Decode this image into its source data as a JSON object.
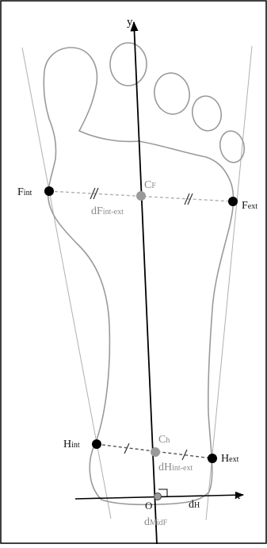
{
  "labels": {
    "y_axis": "y",
    "x_axis": "x",
    "f_int": {
      "main": "F",
      "sub": "int"
    },
    "f_ext": {
      "main": "F",
      "sub": "ext"
    },
    "c_f": {
      "main": "C",
      "sub": "F"
    },
    "d_f": {
      "main": "dF",
      "sub": "int-ext"
    },
    "h_int": {
      "main": "H",
      "sub": "int"
    },
    "h_ext": {
      "main": "H",
      "sub": "ext"
    },
    "c_h": {
      "main": "C",
      "sub": "h"
    },
    "d_h_int_ext": {
      "main": "dH",
      "sub": "int-ext"
    },
    "origin": "O",
    "d_h": {
      "main": "d",
      "sub": "H"
    },
    "d_midf": {
      "main": "d",
      "sub": "MidF"
    }
  },
  "colors": {
    "outline": "#9a9a9a",
    "axis": "#000000",
    "guide": "#b0b0b0",
    "point": "#000000",
    "center_point": "#9a9a9a",
    "frame": "#000000"
  }
}
